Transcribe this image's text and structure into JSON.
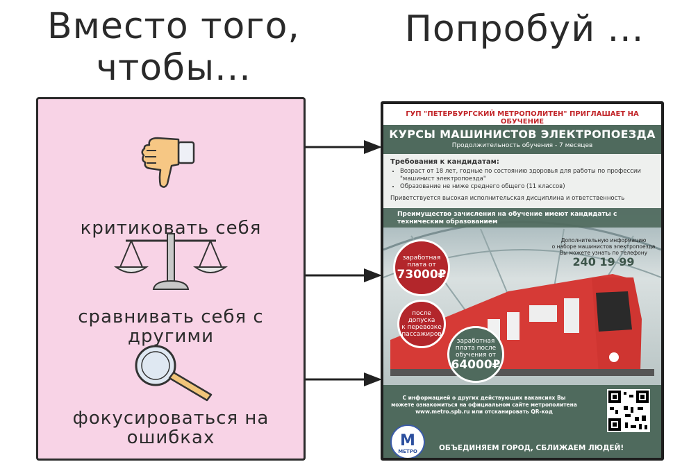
{
  "header": {
    "left_title_line1": "Вместо того,",
    "left_title_line2": "чтобы...",
    "right_title": "Попробуй ..."
  },
  "left_panel": {
    "items": [
      {
        "icon": "thumbs-down-icon",
        "label": "критиковать себя"
      },
      {
        "icon": "scales-icon",
        "label_line1": "сравнивать себя с",
        "label_line2": "другими"
      },
      {
        "icon": "magnifying-glass-icon",
        "label_line1": "фокусироваться на",
        "label_line2": "ошибках"
      }
    ]
  },
  "poster": {
    "top_line": "ГУП \"ПЕТЕРБУРГСКИЙ МЕТРОПОЛИТЕН\" ПРИГЛАШАЕТ НА ОБУЧЕНИЕ",
    "title": "КУРСЫ МАШИНИСТОВ ЭЛЕКТРОПОЕЗДА",
    "duration": "Продолжительность обучения - 7 месяцев",
    "requirements_title": "Требования к кандидатам:",
    "requirements": [
      "Возраст от 18 лет, годные по состоянию здоровья для работы по профессии \"машинист электропоезда\"",
      "Образование не ниже среднего общего (11 классов)"
    ],
    "welcome": "Приветствуется высокая исполнительская дисциплина и ответственность",
    "advantage": "Преимущество зачисления на обучение имеют кандидаты с техническим образованием",
    "info_line1": "Дополнительную информацию",
    "info_line2": "о наборе машинистов электропоезда",
    "info_line3": "Вы можете узнать по телефону",
    "phone": "240 19 99",
    "badge1_small1": "заработная",
    "badge1_small2": "плата от",
    "badge1_big": "73000₽",
    "badge2_line1": "после допуска",
    "badge2_line2": "к перевозке",
    "badge2_line3": "пассажиров",
    "badge3_line1": "заработная",
    "badge3_line2": "плата после",
    "badge3_line3": "обучения от",
    "badge3_big": "64000₽",
    "bottom_msg": "С информацией о других действующих вакансиях Вы можете ознакомиться на официальном сайте метрополитена www.metro.spb.ru или отсканировать QR-код",
    "slogan": "ОБЪЕДИНЯЕМ ГОРОД, СБЛИЖАЕМ ЛЮДЕЙ!",
    "logo_letter": "М",
    "logo_text": "МЕТРО"
  },
  "colors": {
    "panel_pink": "#f8d3e6",
    "poster_green": "#4f6a5d",
    "accent_red": "#c2262a",
    "badge_red": "#b3262b",
    "badge_green": "#4f6a5d"
  }
}
